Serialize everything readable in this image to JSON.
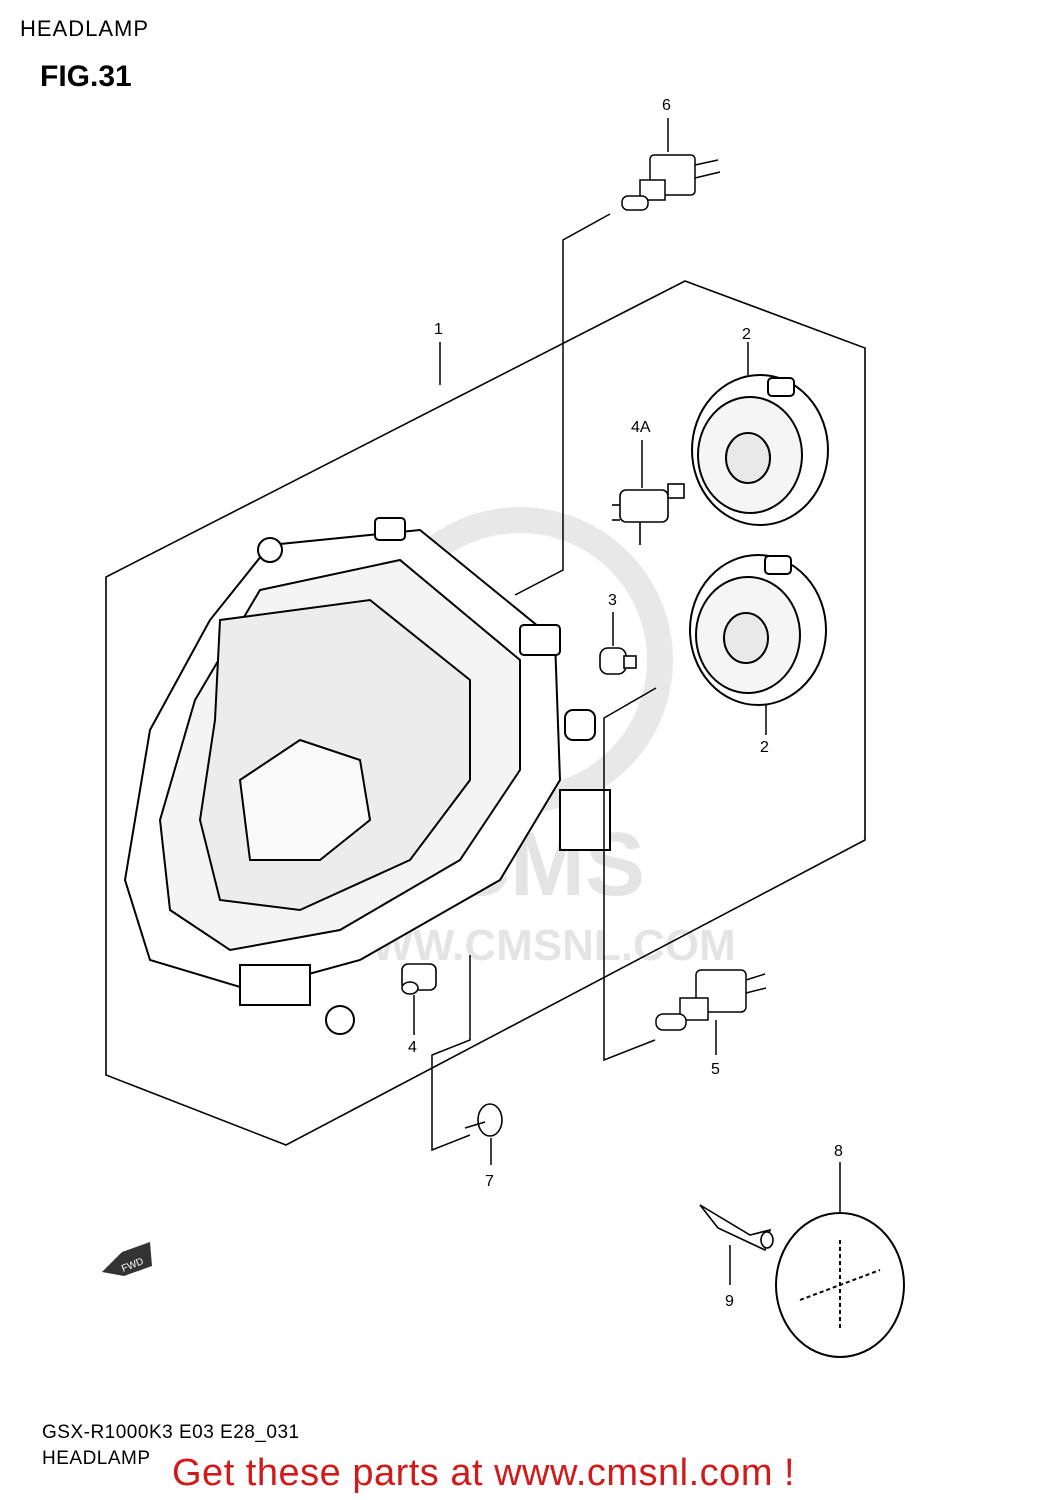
{
  "header": {
    "title": "HEADLAMP",
    "figure": "FIG.31"
  },
  "footer": {
    "code": "GSX-R1000K3 E03 E28_031",
    "caption": "HEADLAMP"
  },
  "promo": {
    "text": "Get these parts at www.cmsnl.com !",
    "color": "#d11a1a"
  },
  "watermark": {
    "brand": "CMS",
    "url": "WWW.CMSNL.COM"
  },
  "direction_marker": {
    "label": "FWD"
  },
  "callouts": [
    "6",
    "1",
    "2",
    "4A",
    "3",
    "2",
    "4",
    "5",
    "7",
    "8",
    "9"
  ]
}
